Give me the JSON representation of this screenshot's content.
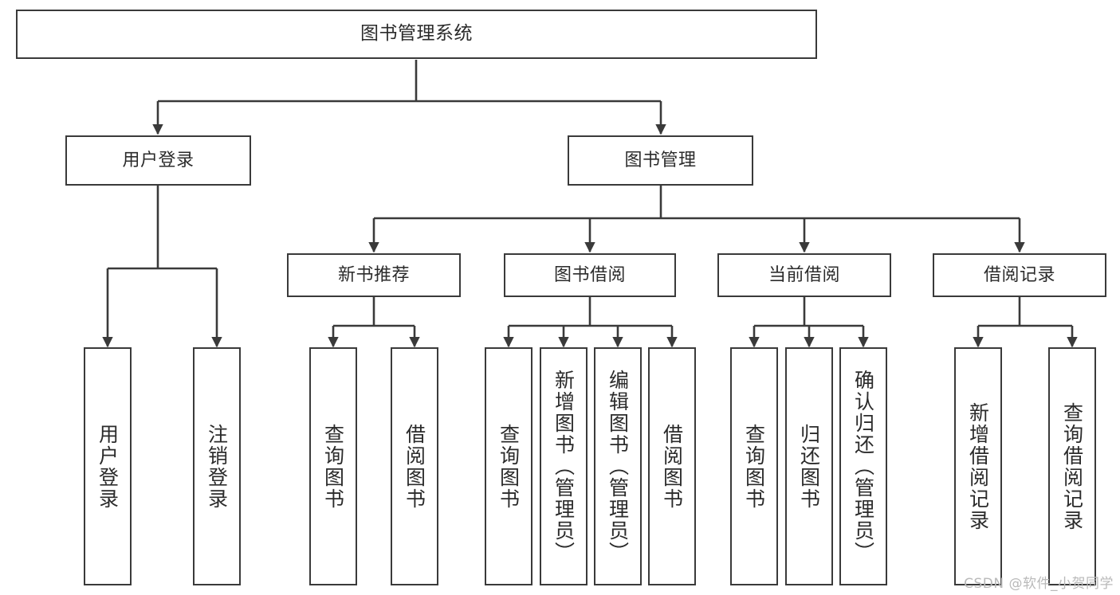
{
  "diagram": {
    "title": "图书管理系统",
    "type": "tree-hierarchy-diagram",
    "colors": {
      "box_border": "#3a3a3a",
      "box_fill": "#ffffff",
      "edge": "#3a3a3a",
      "text": "#2b2b2b",
      "watermark": "#b9b9b9",
      "background": "#ffffff"
    }
  },
  "root": {
    "label": "图书管理系统"
  },
  "level1": [
    {
      "id": "user-login",
      "label": "用户登录"
    },
    {
      "id": "book-management",
      "label": "图书管理"
    }
  ],
  "level2": [
    {
      "id": "new-book-recommend",
      "label": "新书推荐"
    },
    {
      "id": "book-borrow",
      "label": "图书借阅"
    },
    {
      "id": "current-borrow",
      "label": "当前借阅"
    },
    {
      "id": "borrow-record",
      "label": "借阅记录"
    }
  ],
  "leaves": {
    "user_login": [
      {
        "id": "leaf-user-login",
        "label": "用户登录"
      },
      {
        "id": "leaf-logout-login",
        "label": "注销登录"
      }
    ],
    "new_book_recommend": [
      {
        "id": "leaf-query-book-1",
        "label": "查询图书"
      },
      {
        "id": "leaf-borrow-book-1",
        "label": "借阅图书"
      }
    ],
    "book_borrow": [
      {
        "id": "leaf-query-book-2",
        "label": "查询图书"
      },
      {
        "id": "leaf-add-book-admin",
        "label": "新增图书（管理员）"
      },
      {
        "id": "leaf-edit-book-admin",
        "label": "编辑图书（管理员）"
      },
      {
        "id": "leaf-borrow-book-2",
        "label": "借阅图书"
      }
    ],
    "current_borrow": [
      {
        "id": "leaf-query-book-3",
        "label": "查询图书"
      },
      {
        "id": "leaf-return-book",
        "label": "归还图书"
      },
      {
        "id": "leaf-confirm-return-admin",
        "label": "确认归还（管理员）"
      }
    ],
    "borrow_record": [
      {
        "id": "leaf-add-borrow-record",
        "label": "新增借阅记录"
      },
      {
        "id": "leaf-query-borrow-record",
        "label": "查询借阅记录"
      }
    ]
  },
  "watermark": {
    "text": "CSDN @软件_小贺同学"
  }
}
